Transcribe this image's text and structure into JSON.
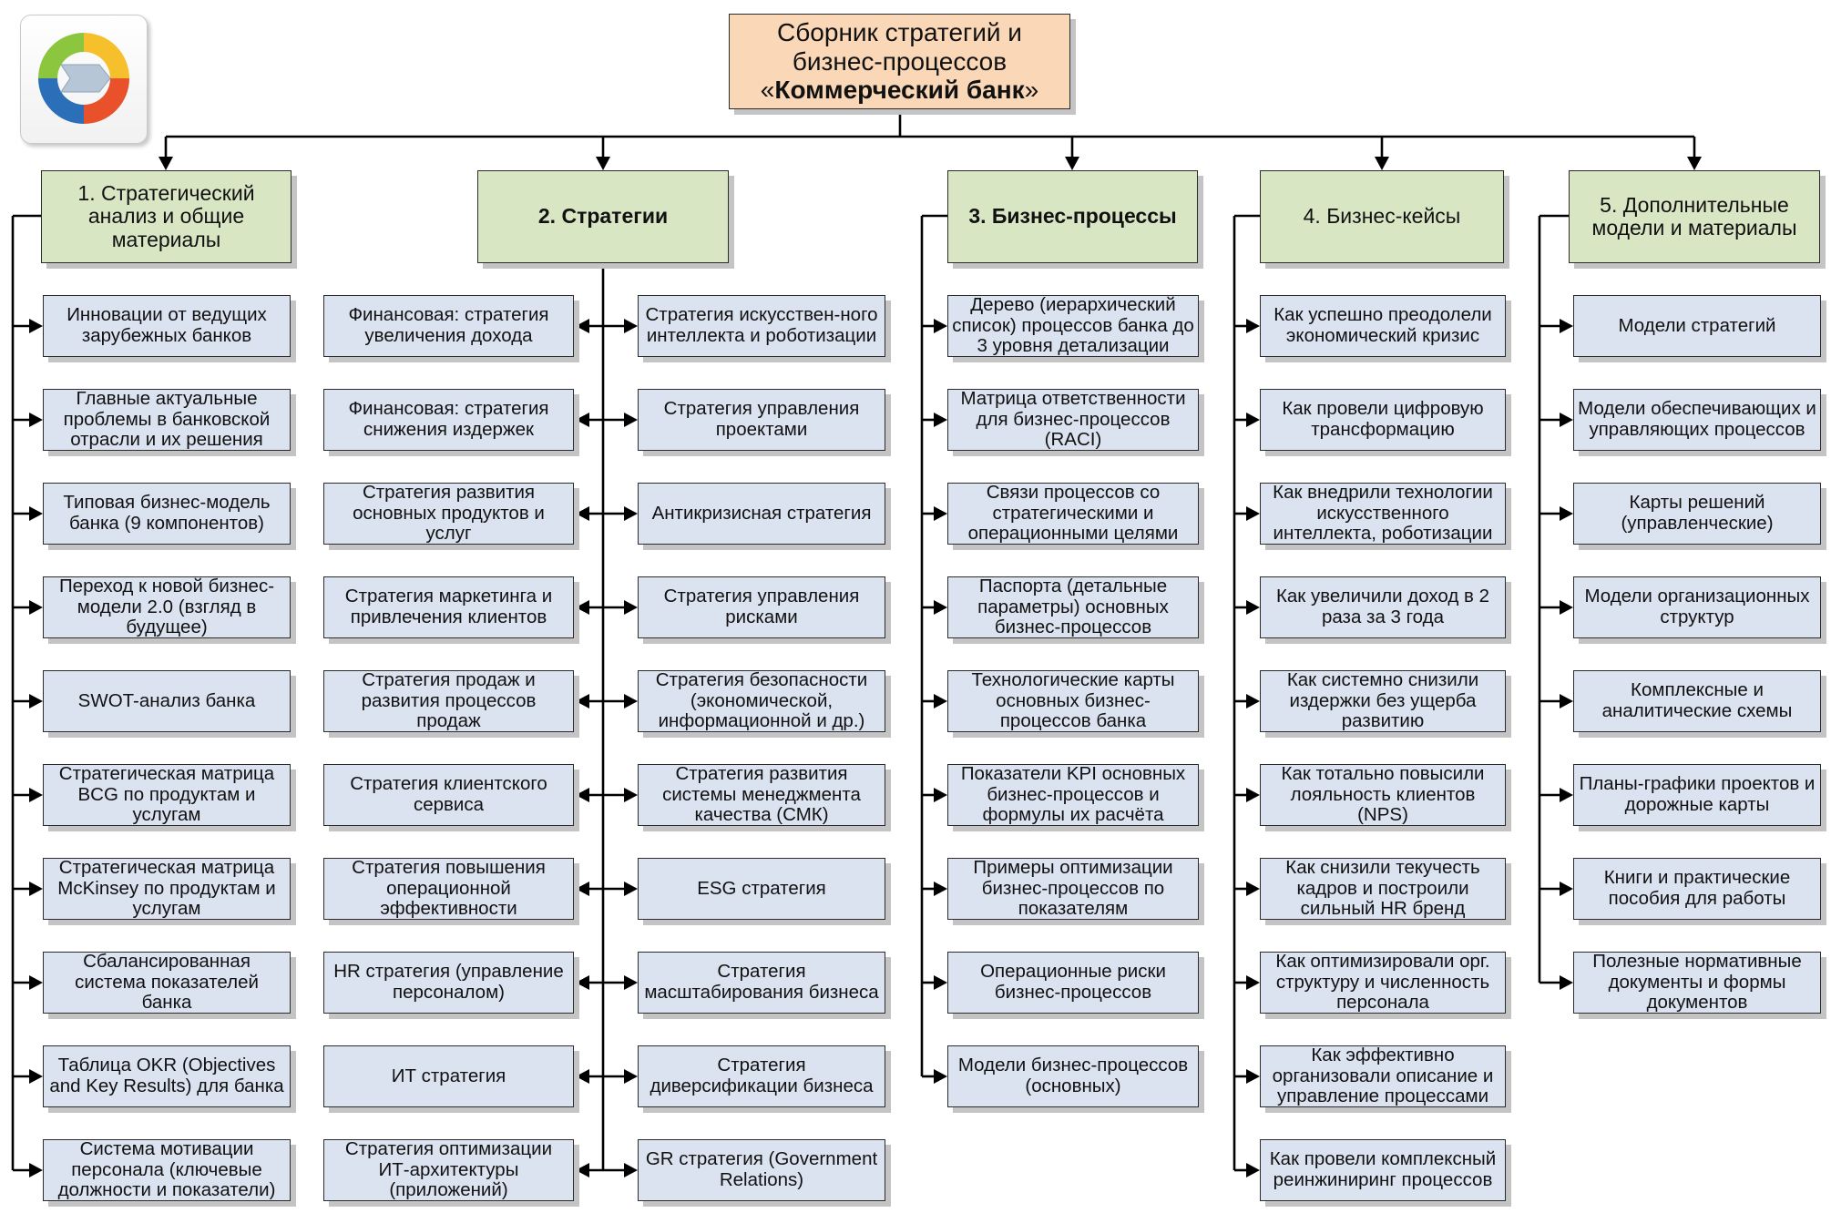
{
  "root": {
    "line1": "Сборник стратегий и",
    "line2": "бизнес-процессов",
    "line3_pre": "«",
    "line3_bold": "Коммерческий банк",
    "line3_post": "»"
  },
  "logo_icon": "circular-arrows-logo-icon",
  "columns": [
    {
      "title": "1. Стратегический анализ и общие материалы",
      "items": [
        "Инновации от ведущих зарубежных банков",
        "Главные актуальные проблемы в банковской отрасли и их решения",
        "Типовая бизнес-модель банка (9 компонентов)",
        "Переход к новой бизнес-модели 2.0 (взгляд в будущее)",
        "SWOT-анализ банка",
        "Стратегическая матрица BCG по продуктам и услугам",
        "Стратегическая матрица McKinsey по продуктам и услугам",
        "Сбалансированная система показателей банка",
        "Таблица OKR (Objectives and Key Results) для банка",
        "Система мотивации персонала (ключевые должности и показатели)"
      ]
    },
    {
      "title": "2. Стратегии",
      "left_items": [
        "Финансовая: стратегия увеличения дохода",
        "Финансовая: стратегия снижения издержек",
        "Стратегия развития основных продуктов и услуг",
        "Стратегия маркетинга и привлечения клиентов",
        "Стратегия продаж и развития процессов продаж",
        "Стратегия клиентского сервиса",
        "Стратегия повышения операционной эффективности",
        "HR стратегия (управление персоналом)",
        "ИТ стратегия",
        "Стратегия оптимизации ИТ-архитектуры (приложений)"
      ],
      "right_items": [
        "Стратегия искусствен-ного интеллекта и роботизации",
        "Стратегия управления проектами",
        "Антикризисная стратегия",
        "Стратегия управления рисками",
        "Стратегия безопасности (экономической, информационной и др.)",
        "Стратегия развития системы менеджмента качества (СМК)",
        "ESG стратегия",
        "Стратегия масштабирования бизнеса",
        "Стратегия диверсификации бизнеса",
        "GR стратегия (Government Relations)"
      ]
    },
    {
      "title": "3. Бизнес-процессы",
      "items": [
        "Дерево (иерархический список) процессов банка до 3 уровня детализации",
        "Матрица ответственности для бизнес-процессов (RACI)",
        "Связи процессов со стратегическими и операционными целями",
        "Паспорта (детальные параметры) основных бизнес-процессов",
        "Технологические карты основных бизнес-процессов банка",
        "Показатели KPI основных бизнес-процессов и формулы их расчёта",
        "Примеры оптимизации бизнес-процессов по показателям",
        "Операционные риски бизнес-процессов",
        "Модели бизнес-процессов (основных)"
      ]
    },
    {
      "title": "4. Бизнес-кейсы",
      "items": [
        "Как успешно преодолели экономический кризис",
        "Как провели цифровую трансформацию",
        "Как внедрили технологии искусственного интеллекта, роботизации",
        "Как увеличили доход в 2 раза за 3 года",
        "Как системно снизили издержки без ущерба развитию",
        "Как тотально повысили лояльность клиентов (NPS)",
        "Как снизили текучесть кадров и построили сильный HR бренд",
        "Как оптимизировали орг. структуру и численность персонала",
        "Как эффективно организовали описание и управление процессами",
        "Как провели комплексный реинжиниринг процессов"
      ]
    },
    {
      "title": "5. Дополнительные модели и материалы",
      "items": [
        "Модели стратегий",
        "Модели обеспечивающих и управляющих процессов",
        "Карты решений (управленческие)",
        "Модели организационных структур",
        "Комплексные и аналитические схемы",
        "Планы-графики проектов и дорожные карты",
        "Книги и практические пособия для работы",
        "Полезные нормативные документы и формы документов"
      ]
    }
  ]
}
